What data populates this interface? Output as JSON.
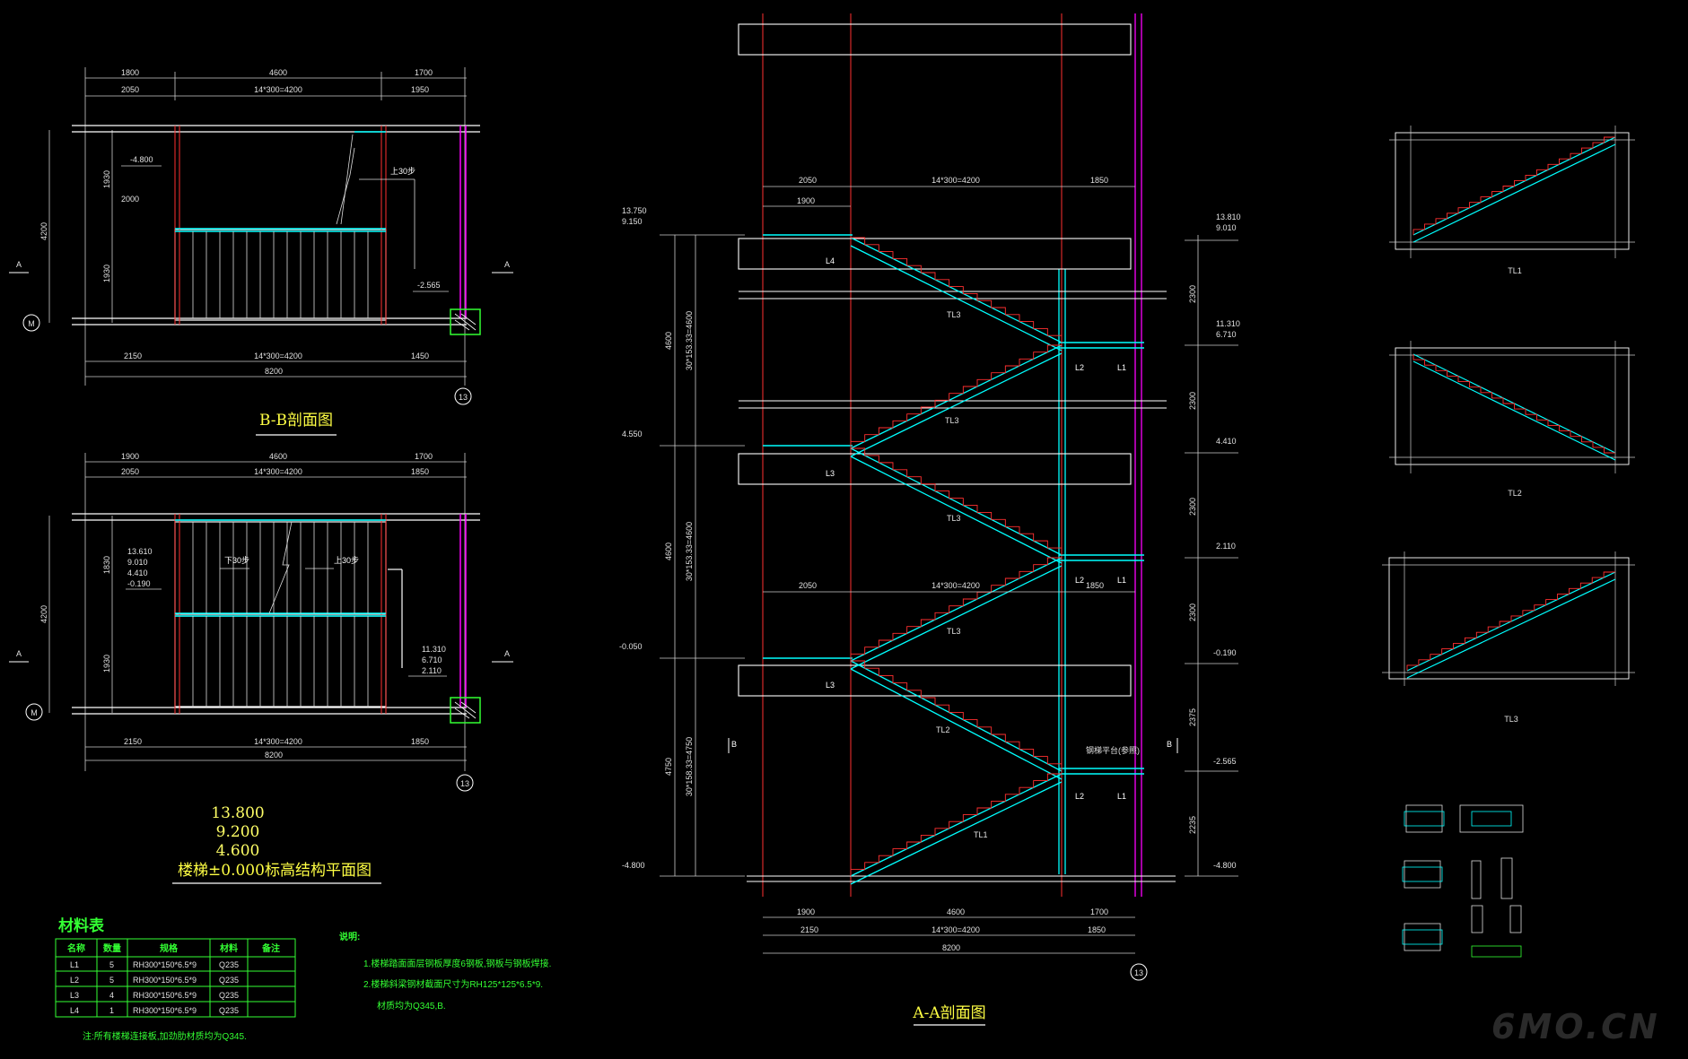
{
  "drawing": {
    "watermark": "6MO.CN",
    "plan_bb": {
      "title": "B-B剖面图",
      "dims_top1": [
        "1800",
        "4600",
        "1700"
      ],
      "dims_top2": [
        "2050",
        "14*300=4200",
        "1950"
      ],
      "dims_bottom1": [
        "2150",
        "14*300=4200",
        "1450"
      ],
      "dims_bottom2": "8200",
      "dim_left": "4200",
      "left_dims": [
        "1930",
        "1930"
      ],
      "landing": "2000",
      "levels": [
        "-4.800",
        "-2.565"
      ],
      "up_label": "上30步",
      "axis_m": "M",
      "axis_13": "13",
      "sec_a": "A"
    },
    "plan_std": {
      "title": "楼梯±0.000标高结构平面图",
      "levels_stack": [
        "13.800",
        "9.200",
        "4.600"
      ],
      "dims_top1": [
        "1900",
        "4600",
        "1700"
      ],
      "dims_top2": [
        "2050",
        "14*300=4200",
        "1850"
      ],
      "dims_bottom1": [
        "2150",
        "14*300=4200",
        "1850"
      ],
      "dims_bottom2": "8200",
      "dim_left": "4200",
      "left_dims": [
        "1830",
        "1930"
      ],
      "levels_left": [
        "13.610",
        "9.010",
        "4.410",
        "-0.190"
      ],
      "levels_right": [
        "11.310",
        "6.710",
        "2.110"
      ],
      "down_label": "下30步",
      "up_label": "上30步",
      "axis_m": "M",
      "axis_13": "13",
      "sec_a": "A"
    },
    "table": {
      "title": "材料表",
      "headers": [
        "名称",
        "数量",
        "规格",
        "材料",
        "备注"
      ],
      "rows": [
        [
          "L1",
          "5",
          "RH300*150*6.5*9",
          "Q235",
          ""
        ],
        [
          "L2",
          "5",
          "RH300*150*6.5*9",
          "Q235",
          ""
        ],
        [
          "L3",
          "4",
          "RH300*150*6.5*9",
          "Q235",
          ""
        ],
        [
          "L4",
          "1",
          "RH300*150*6.5*9",
          "Q235",
          ""
        ]
      ],
      "note": "注:所有楼梯连接板,加劲肋材质均为Q345."
    },
    "notes": {
      "title": "说明:",
      "lines": [
        "1.楼梯踏面面层钢板厚度6钢板,钢板与钢板焊接.",
        "2.楼梯斜梁钢材截面尺寸为RH125*125*6.5*9.",
        "材质均为Q345,B."
      ]
    },
    "section_aa": {
      "title": "A-A剖面图",
      "dims_top1": "1900",
      "dims_top2": [
        "2050",
        "14*300=4200",
        "1850"
      ],
      "dims_mid": [
        "2050",
        "14*300=4200",
        "1850"
      ],
      "dims_bottom1": [
        "1900",
        "4600",
        "1700"
      ],
      "dims_bottom2": [
        "2150",
        "14*300=4200",
        "1850"
      ],
      "dims_bottom3": "8200",
      "axis_13": "13",
      "left_levels": [
        "13.750",
        "9.150",
        "4.550",
        "-0.050",
        "-4.800"
      ],
      "left_dims": [
        "4600",
        "4600",
        "4750"
      ],
      "left_dims_detail": [
        "30*153.33=4600",
        "30*153.33=4600",
        "30*158.33=4750"
      ],
      "right_levels": [
        "13.810",
        "9.010",
        "11.310",
        "6.710",
        "4.410",
        "2.110",
        "-0.190",
        "-2.565",
        "-4.800"
      ],
      "right_dims": [
        "2300",
        "2300",
        "2300",
        "2300",
        "2375",
        "2235"
      ],
      "beam_labels": [
        "L4",
        "L3",
        "L3",
        "L2",
        "L1",
        "L2",
        "L1",
        "L2",
        "L1"
      ],
      "tl_labels": [
        "TL3",
        "TL3",
        "TL3",
        "TL3",
        "TL2",
        "TL1"
      ],
      "sec_b": "B",
      "note_label": "钢梯平台(参照)"
    },
    "details": {
      "labels": [
        "TL1",
        "TL2",
        "TL3"
      ]
    },
    "colors": {
      "background": "#000000",
      "white": "#ffffff",
      "cyan": "#00ffff",
      "red": "#ff3030",
      "magenta": "#ff00ff",
      "green": "#33ff33",
      "yellow": "#ffff44"
    }
  }
}
